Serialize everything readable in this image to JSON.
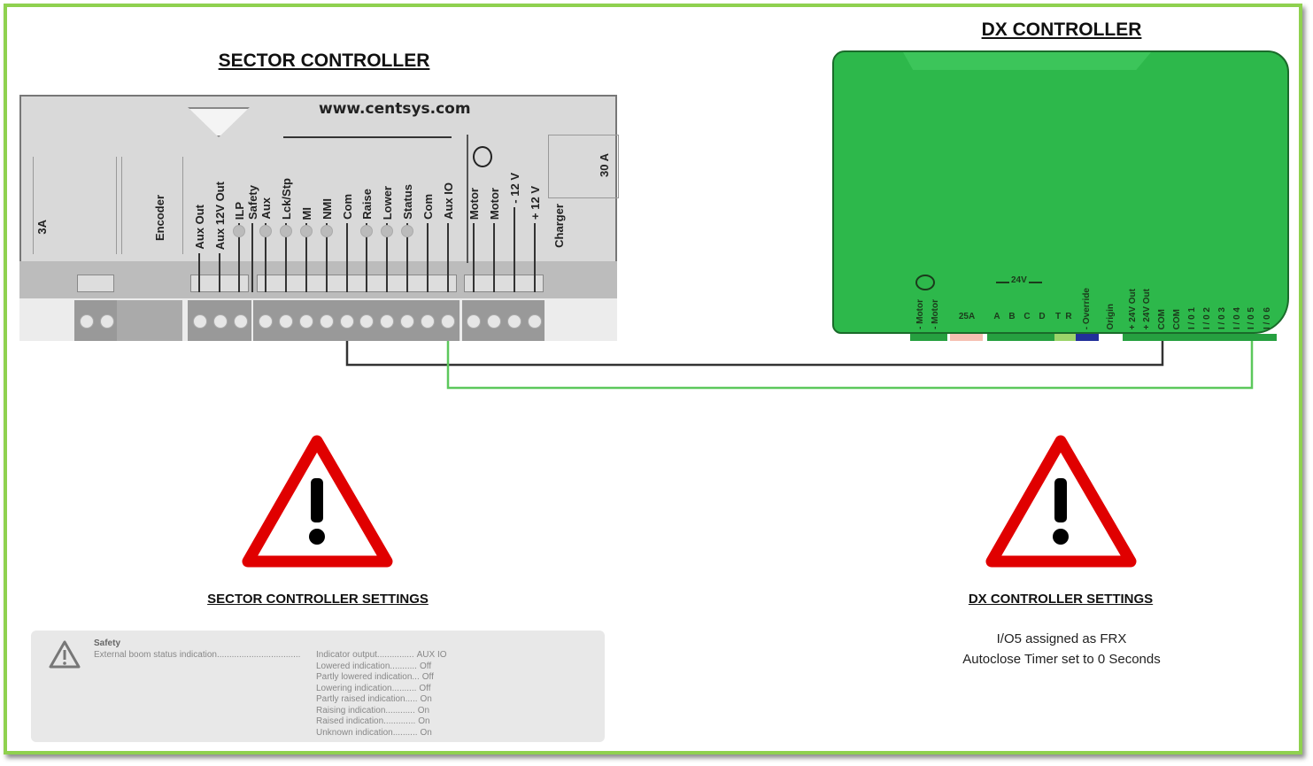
{
  "sector": {
    "title": "SECTOR CONTROLLER",
    "website": "www.centsys.com",
    "labels": [
      "3A",
      "Encoder",
      "Aux Out",
      "Aux 12V Out",
      "ILP",
      "Safety",
      "Aux",
      "Lck/Stp",
      "MI",
      "NMI",
      "Com",
      "Raise",
      "Lower",
      "Status",
      "Com",
      "Aux IO",
      "Motor",
      "Motor",
      "- 12 V",
      "+ 12 V",
      "Charger",
      "30 A"
    ],
    "settings_title": "SECTOR CONTROLLER SETTINGS",
    "settings": {
      "section": "Safety",
      "item": "External boom status indication..................................",
      "rows": [
        {
          "label": "Indicator output...............",
          "value": "AUX IO"
        },
        {
          "label": "Lowered indication...........",
          "value": "Off"
        },
        {
          "label": "Partly lowered indication...",
          "value": "Off"
        },
        {
          "label": "Lowering indication..........",
          "value": "Off"
        },
        {
          "label": "Partly raised indication.....",
          "value": "On"
        },
        {
          "label": "Raising indication............",
          "value": "On"
        },
        {
          "label": "Raised indication.............",
          "value": "On"
        },
        {
          "label": "Unknown indication..........",
          "value": "On"
        }
      ]
    }
  },
  "dx": {
    "title": "DX CONTROLLER",
    "labels": [
      "- Motor",
      "- Motor",
      "25A",
      "A",
      "B",
      "C",
      "D",
      "T",
      "R",
      "- Override",
      "Origin",
      "+ 24V Out",
      "+ 24V Out",
      "COM",
      "COM",
      "I / 0 1",
      "I / 0 2",
      "I / 0 3",
      "I / 0 4",
      "I / 0 5",
      "I / 0 6"
    ],
    "voltage": "24V",
    "settings_title": "DX CONTROLLER SETTINGS",
    "settings_lines": [
      "I/O5 assigned as FRX",
      "Autoclose Timer set to 0 Seconds"
    ]
  },
  "colors": {
    "frame": "#8fd14f",
    "dx_body": "#2db84b",
    "warning": "#e00000",
    "wire_dark": "#333333",
    "wire_green": "#5cc85c"
  }
}
